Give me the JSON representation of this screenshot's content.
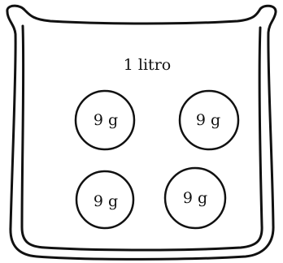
{
  "volume_label": "1 litro",
  "masses": [
    "9 g",
    "9 g",
    "9 g",
    "9 g"
  ],
  "colors": {
    "stroke": "#111111",
    "background": "#ffffff"
  }
}
